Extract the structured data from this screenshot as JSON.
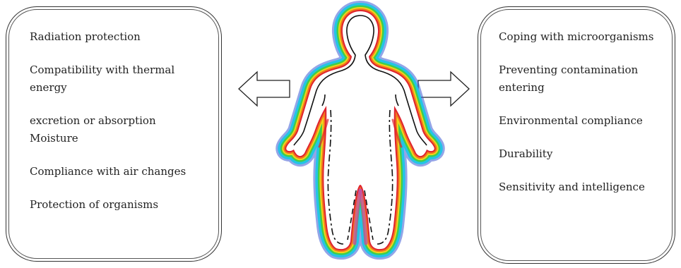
{
  "left_box": {
    "items": [
      "Radiation protection",
      "Compatibility with thermal energy",
      "excretion or absorption Moisture",
      "Compliance with air changes",
      "Protection of organisms"
    ]
  },
  "right_box": {
    "items": [
      "Coping with microorganisms",
      "Preventing contamination entering",
      "Environmental compliance",
      "Durability",
      "Sensitivity and intelligence"
    ]
  },
  "colors": {
    "aura_outer": "#3b5bd6",
    "aura_cyan": "#23c4e6",
    "aura_green": "#3fcf4a",
    "aura_yellow": "#f2d31b",
    "aura_orange": "#f07a1d",
    "aura_red": "#e0232e",
    "aura_magenta": "#c04fa8",
    "outline": "#111111"
  }
}
